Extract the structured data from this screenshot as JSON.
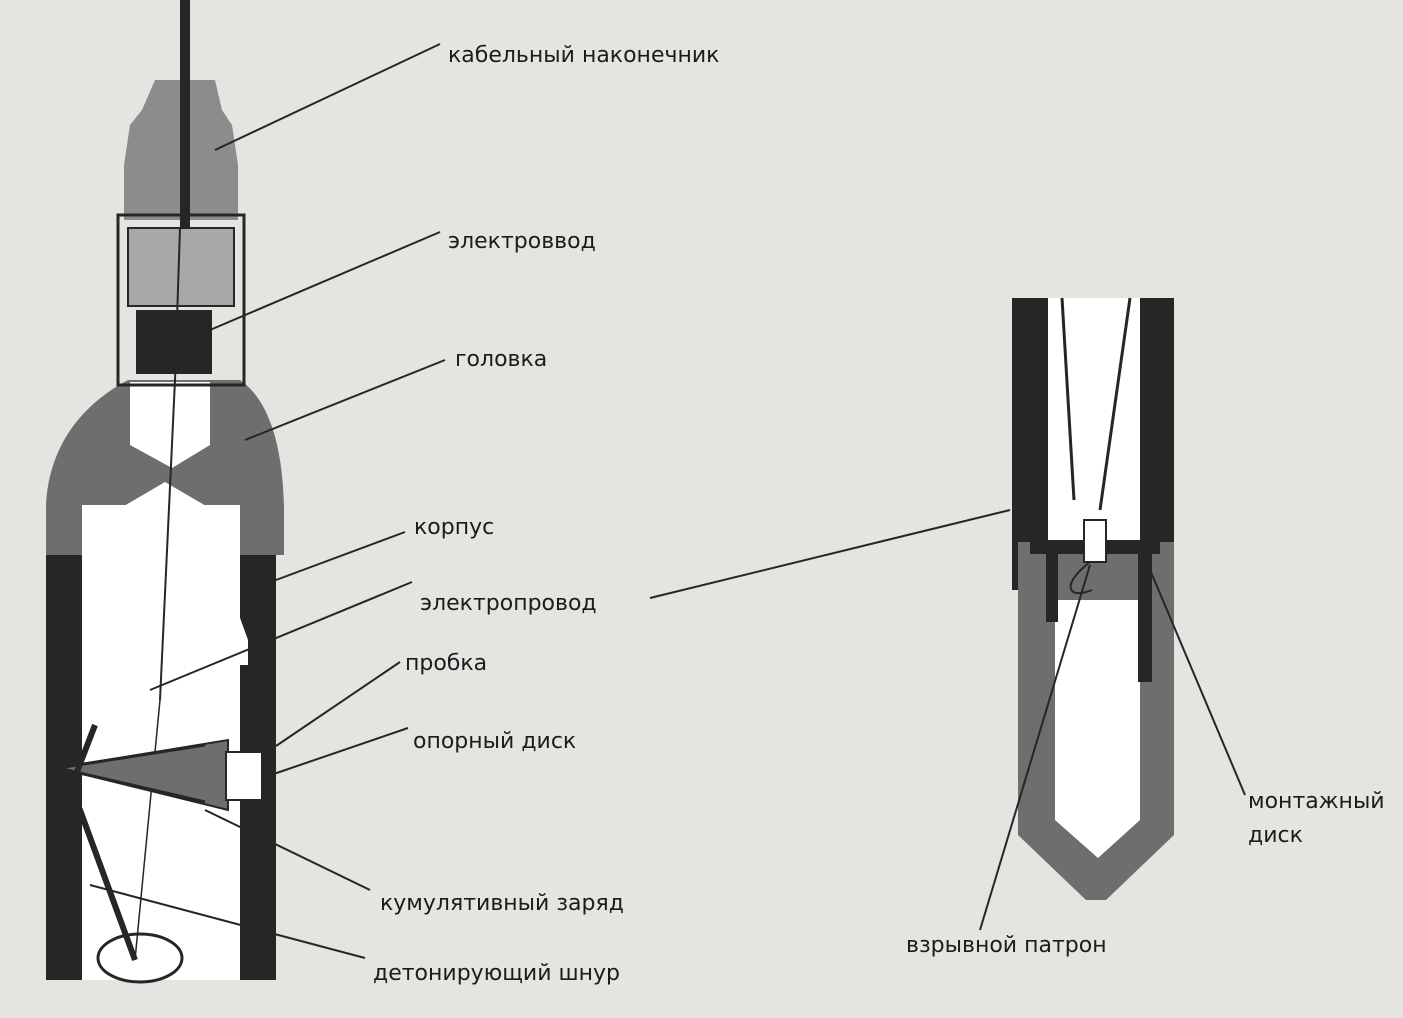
{
  "labels": {
    "cable_lug": "кабельный наконечник",
    "lead_in": "электроввод",
    "head": "головка",
    "body": "корпус",
    "wire": "электропровод",
    "plug": "пробка",
    "support_disc": "опорный диск",
    "shaped_charge": "кумулятивный заряд",
    "detonating_cord": "детонирующий шнур",
    "detonator": "взрывной патрон",
    "mounting_disc_line1": "монтажный",
    "mounting_disc_line2": "диск"
  },
  "colors": {
    "background": "#e4e4e1",
    "dark": "#262626",
    "medium": "#6e6e6e",
    "light_gray": "#8c8c8c",
    "white": "#ffffff",
    "ink": "#1c1c1c"
  }
}
